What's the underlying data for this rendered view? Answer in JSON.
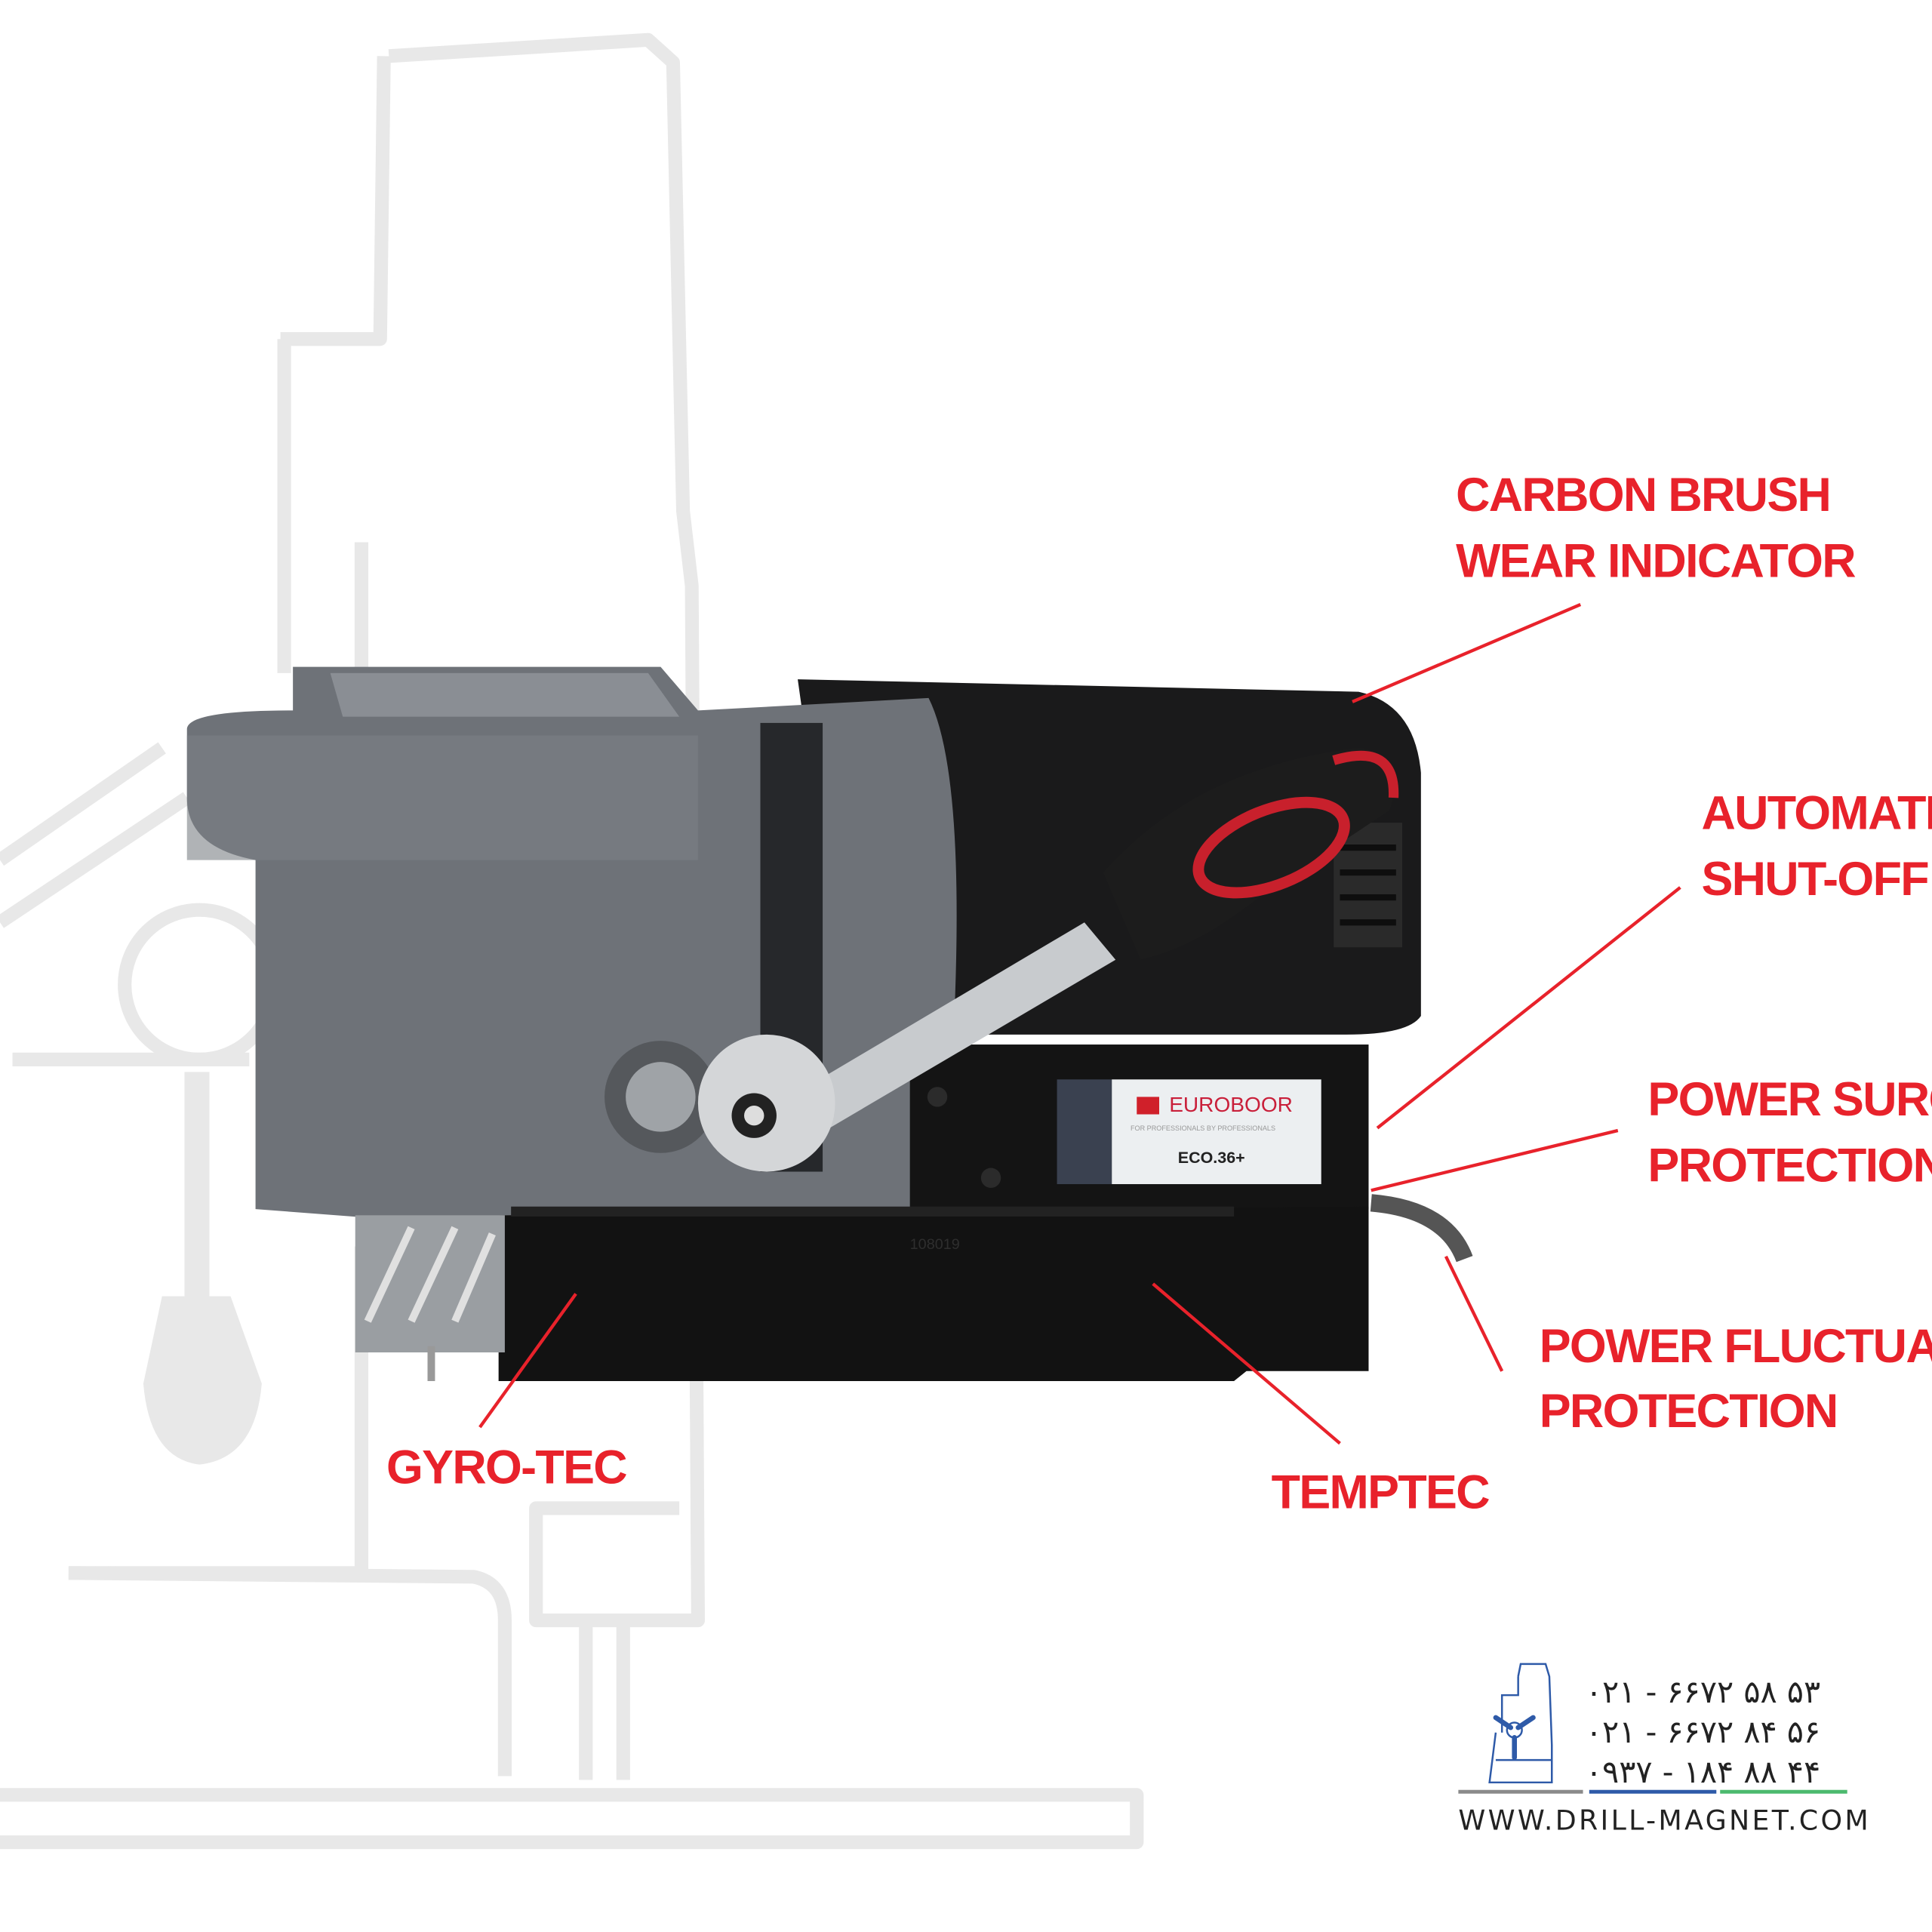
{
  "product": {
    "brand": "EUROBOOR",
    "tagline": "FOR PROFESSIONALS BY PROFESSIONALS",
    "model": "ECO.36+",
    "serial_mark": "108019"
  },
  "features": [
    {
      "line1": "CARBON BRUSH",
      "line2": "WEAR INDICATOR"
    },
    {
      "line1": "AUTOMATIC",
      "line2": "SHUT-OFF"
    },
    {
      "line1": "POWER SURGE",
      "line2": "PROTECTION"
    },
    {
      "line1": "POWER FLUCTUATION",
      "line2": "PROTECTION"
    },
    {
      "line1": "TEMPTEC"
    },
    {
      "line1": "GYRO-TEC"
    }
  ],
  "contact": {
    "phones": [
      "۰۲۱ - ۶۶۷۲ ۵۸ ۵۳",
      "۰۲۱ - ۶۶۷۲ ۸۴ ۵۶",
      "۰۹۳۷ - ۱۸۴ ۸۸ ۴۴"
    ],
    "website": "WWW.DRILL-MAGNET.COM",
    "bar_colors": [
      "#8a8a8a",
      "#2e5aa8",
      "#4cba6e"
    ]
  },
  "colors": {
    "accent": "#e8222b"
  }
}
